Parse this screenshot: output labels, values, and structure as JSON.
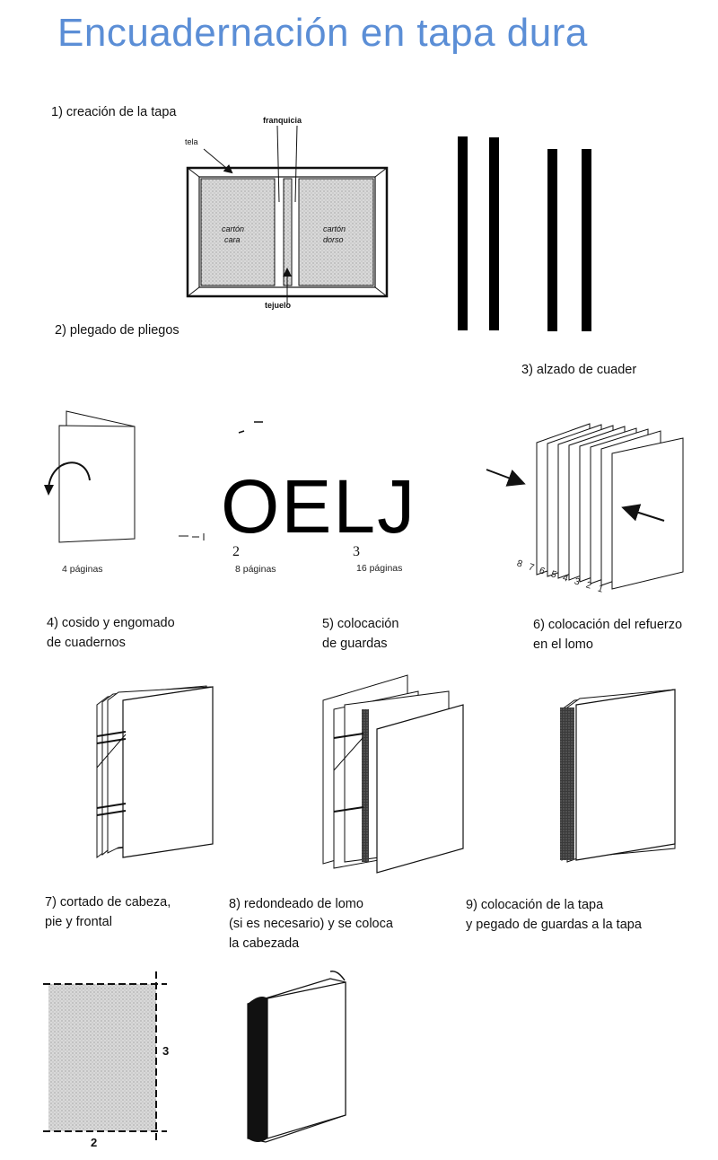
{
  "title": "Encuadernación en tapa dura",
  "steps": {
    "s1": "1) creación de la tapa",
    "s2": "2) plegado de pliegos",
    "s3": "3) alzado de cuader",
    "s4_l1": "4) cosido y engomado",
    "s4_l2": "de cuadernos",
    "s5_l1": "5) colocación",
    "s5_l2": "de guardas",
    "s6_l1": "6) colocación del refuerzo",
    "s6_l2": "en el lomo",
    "s7_l1": "7) cortado de cabeza,",
    "s7_l2": "pie y frontal",
    "s8_l1": "8) redondeado de lomo",
    "s8_l2": "(si es necesario) y se coloca",
    "s8_l3": "la cabezada",
    "s9_l1": "9) colocación de la tapa",
    "s9_l2": "y pegado de guardas a la tapa"
  },
  "cover_labels": {
    "franquicia": "franquicia",
    "tela": "tela",
    "carton_cara_1": "cartón",
    "carton_cara_2": "cara",
    "carton_dorso_1": "cartón",
    "carton_dorso_2": "dorso",
    "tejuelo": "tejuelo"
  },
  "folding": {
    "artifact_text": "OELJ",
    "num_2": "2",
    "num_3": "3",
    "pages_4": "4 páginas",
    "pages_8": "8 páginas",
    "pages_16": "16 páginas"
  },
  "signature_numbers": [
    "8",
    "7",
    "6",
    "5",
    "4",
    "3",
    "2",
    "1"
  ],
  "trim_labels": {
    "side": "3",
    "bottom": "2"
  }
}
